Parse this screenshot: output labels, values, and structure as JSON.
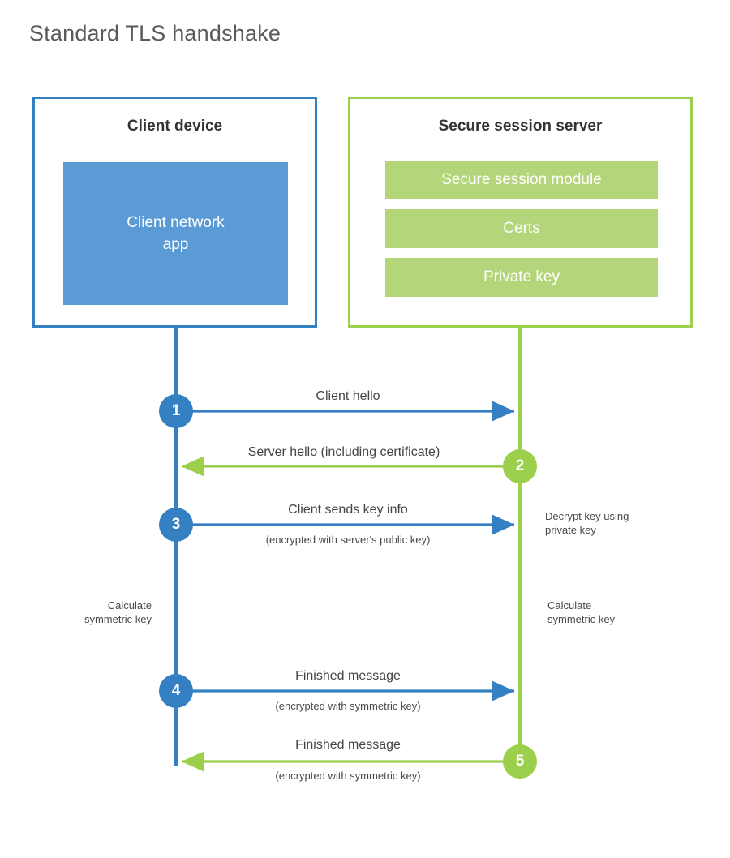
{
  "title": "Standard TLS handshake",
  "colors": {
    "client_border": "#3580c3",
    "client_app_fill": "#5b9bd5",
    "server_border": "#9ccf4b",
    "server_module_fill": "#b5d57a",
    "client_line": "#3580c3",
    "server_line": "#9ccf4b",
    "title_text": "#5a5a5a",
    "body_text": "#444444",
    "background": "#ffffff"
  },
  "participants": {
    "client": {
      "title": "Client device",
      "app_label": "Client network\napp"
    },
    "server": {
      "title": "Secure session server",
      "modules": [
        {
          "label": "Secure session module"
        },
        {
          "label": "Certs"
        },
        {
          "label": "Private key"
        }
      ]
    }
  },
  "steps": [
    {
      "number": "1",
      "label": "Client hello",
      "sub": "",
      "direction": "client-to-server",
      "color": "#3580c3"
    },
    {
      "number": "2",
      "label": "Server hello (including certificate)",
      "sub": "",
      "direction": "server-to-client",
      "color": "#9ccf4b"
    },
    {
      "number": "3",
      "label": "Client sends key info",
      "sub": "(encrypted with server's public key)",
      "direction": "client-to-server",
      "color": "#3580c3"
    },
    {
      "number": "4",
      "label": "Finished message",
      "sub": "(encrypted with symmetric key)",
      "direction": "client-to-server",
      "color": "#3580c3"
    },
    {
      "number": "5",
      "label": "Finished message",
      "sub": "(encrypted with symmetric key)",
      "direction": "server-to-client",
      "color": "#9ccf4b"
    }
  ],
  "notes": {
    "server_decrypt": "Decrypt key using\nprivate key",
    "client_calculate": "Calculate\nsymmetric key",
    "server_calculate": "Calculate\nsymmetric key"
  }
}
